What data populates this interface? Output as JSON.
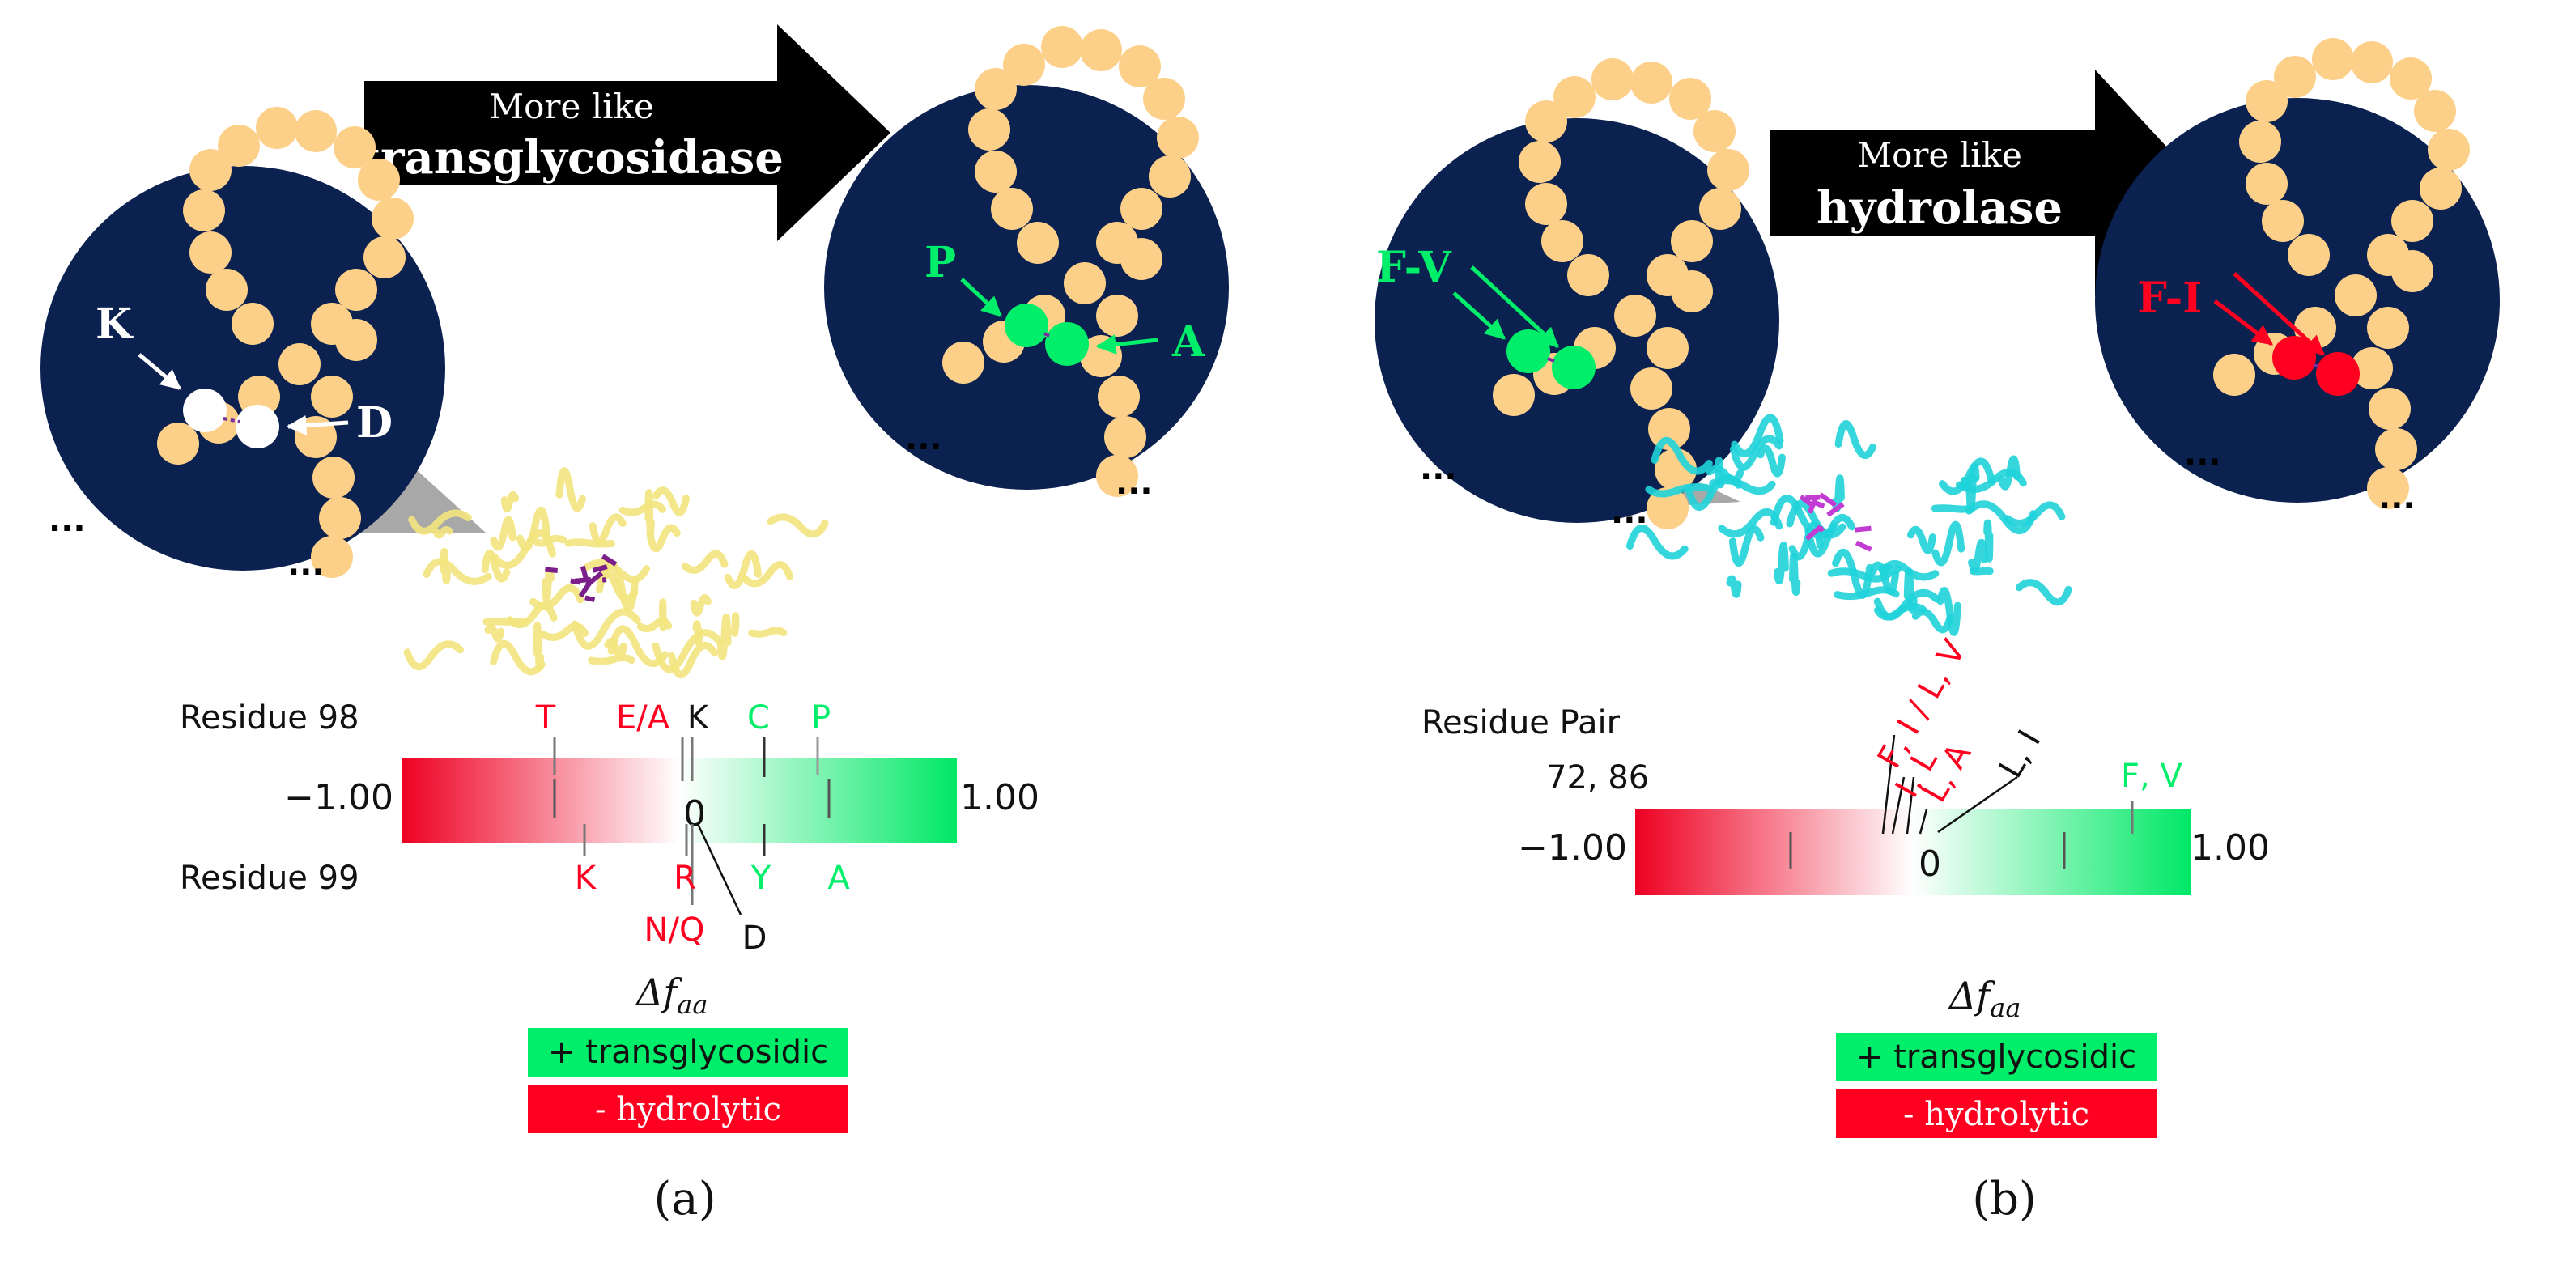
{
  "colors": {
    "navy": "#0b2150",
    "bead": "#fdd08a",
    "green": "#00ee6a",
    "red": "#ff0020",
    "arrow": "#000000",
    "protein_a": "#f3e47e",
    "protein_b": "#1fd3d9",
    "ligand": "#9b2ca6"
  },
  "panel_a": {
    "arrow_line1": "More like",
    "arrow_line2": "transglycosidase",
    "left_circle": {
      "label1": "K",
      "label2": "D",
      "ellipsis1": "...",
      "ellipsis2": "..."
    },
    "right_circle": {
      "label1": "P",
      "label2": "A",
      "ellipsis1": "...",
      "ellipsis2": "..."
    },
    "residue_top_label": "Residue 98",
    "residue_bottom_label": "Residue 99",
    "scale_min": "−1.00",
    "scale_max": "1.00",
    "scale_zero": "0",
    "top_ticks": [
      {
        "label": "T",
        "color": "red"
      },
      {
        "label": "E/A",
        "color": "red"
      },
      {
        "label": "K",
        "color": "black"
      },
      {
        "label": "C",
        "color": "green"
      },
      {
        "label": "P",
        "color": "green"
      }
    ],
    "bottom_ticks": [
      {
        "label": "K",
        "color": "red"
      },
      {
        "label": "R",
        "color": "red"
      },
      {
        "label": "N/Q",
        "color": "red"
      },
      {
        "label": "D",
        "color": "black"
      },
      {
        "label": "Y",
        "color": "green"
      },
      {
        "label": "A",
        "color": "green"
      }
    ],
    "delta_symbol": "Δf",
    "delta_subscript": "aa",
    "legend_plus": "+ transglycosidic",
    "legend_minus": "- hydrolytic",
    "caption": "(a)"
  },
  "panel_b": {
    "arrow_line1": "More like",
    "arrow_line2": "hydrolase",
    "left_circle": {
      "label1": "F-V",
      "ellipsis1": "...",
      "ellipsis2": "..."
    },
    "right_circle": {
      "label1": "F-I",
      "ellipsis1": "...",
      "ellipsis2": "..."
    },
    "residue_label1": "Residue Pair",
    "residue_label2": "72, 86",
    "scale_min": "−1.00",
    "scale_max": "1.00",
    "scale_zero": "0",
    "pair_ticks": [
      {
        "label": "F, I / L, V",
        "color": "red"
      },
      {
        "label": "I, L",
        "color": "red"
      },
      {
        "label": "L, A",
        "color": "red"
      },
      {
        "label": "L, I",
        "color": "black"
      },
      {
        "label": "F, V",
        "color": "green"
      }
    ],
    "delta_symbol": "Δf",
    "delta_subscript": "aa",
    "legend_plus": "+ transglycosidic",
    "legend_minus": "- hydrolytic",
    "caption": "(b)"
  }
}
